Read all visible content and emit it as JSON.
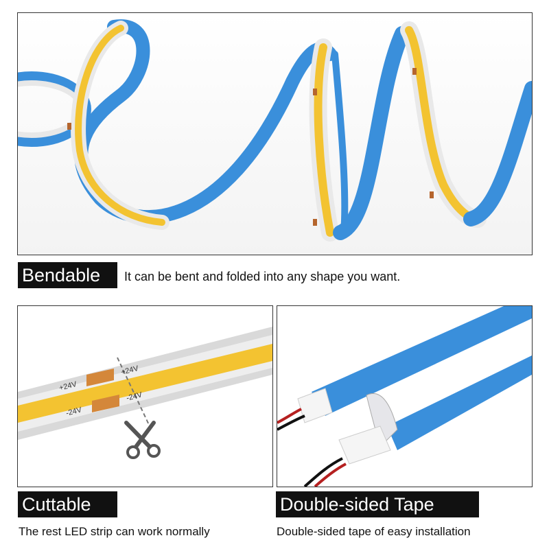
{
  "colors": {
    "tape_blue": "#3a8fdb",
    "led_yellow": "#f3c331",
    "strip_white": "#ececec",
    "label_bg": "#111111"
  },
  "sections": {
    "bendable": {
      "title": "Bendable",
      "caption": "It can be bent and folded into any shape you want."
    },
    "cuttable": {
      "title": "Cuttable",
      "caption": "The rest LED strip can work normally",
      "markings": {
        "pos_left": "+24V",
        "pos_right": "+24V",
        "neg_left": "-24V",
        "neg_right": "-24V"
      },
      "icon": "scissors-icon"
    },
    "tape": {
      "title": "Double-sided Tape",
      "caption": "Double-sided tape of easy installation"
    }
  }
}
